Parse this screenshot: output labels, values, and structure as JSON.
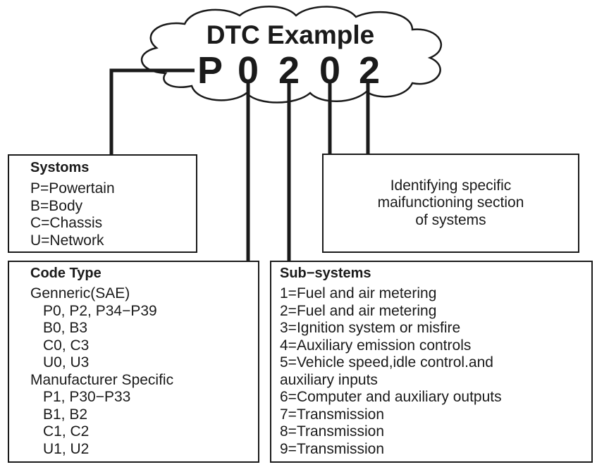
{
  "title": "DTC Example",
  "code": [
    "P",
    "0",
    "2",
    "0",
    "2"
  ],
  "systems": {
    "heading": "Systoms",
    "items": [
      "P=Powertain",
      "B=Body",
      "C=Chassis",
      "U=Network"
    ]
  },
  "identifying": {
    "lines": [
      "Identifying specific",
      "maifunctioning section",
      "of systems"
    ]
  },
  "code_type": {
    "heading": "Code Type",
    "generic_label": "Genneric(SAE)",
    "generic_items": [
      "P0, P2, P34−P39",
      "B0, B3",
      "C0, C3",
      "U0, U3"
    ],
    "manufacturer_label": "Manufacturer Specific",
    "manufacturer_items": [
      "P1, P30−P33",
      "B1, B2",
      "C1, C2",
      "U1, U2"
    ]
  },
  "sub_systems": {
    "heading": "Sub−systems",
    "items": [
      "1=Fuel and air metering",
      "2=Fuel and air metering",
      "3=Ignition system or misfire",
      "4=Auxiliary emission controls",
      "5=Vehicle speed,idle control.and",
      "auxiliary inputs",
      "6=Computer and auxiliary outputs",
      "7=Transmission",
      "8=Transmission",
      "9=Transmission"
    ]
  }
}
